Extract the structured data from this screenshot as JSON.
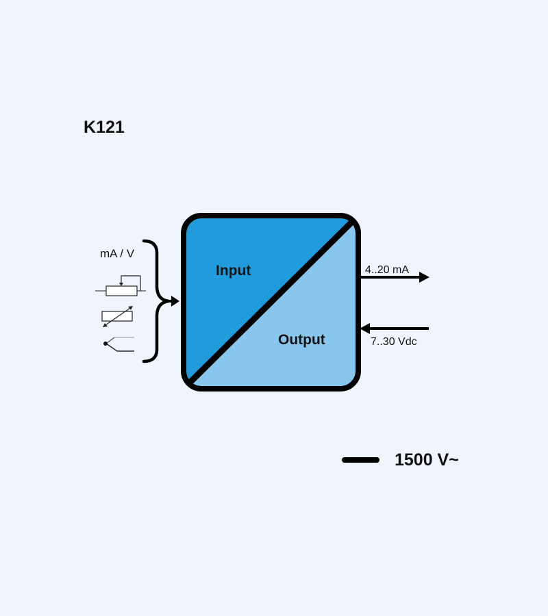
{
  "title": "K121",
  "colors": {
    "background": "#f0f5fd",
    "input_fill": "#209cdc",
    "output_fill": "#88c6ee",
    "stroke": "#000000"
  },
  "inputs": {
    "label": "mA / V",
    "icons": [
      "potentiometer-icon",
      "variable-resistor-icon",
      "thermocouple-icon"
    ]
  },
  "block": {
    "input_label": "Input",
    "output_label": "Output"
  },
  "outputs": {
    "signal_out": "4..20 mA",
    "supply_in": "7..30 Vdc"
  },
  "isolation": {
    "label": "1500 V~"
  }
}
